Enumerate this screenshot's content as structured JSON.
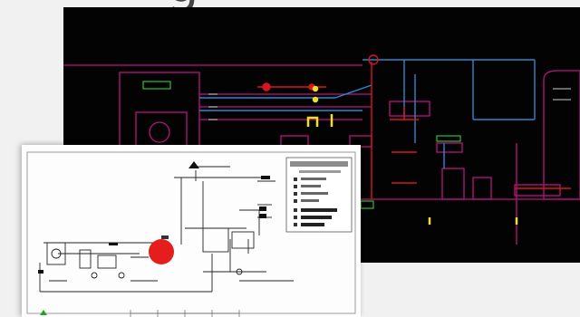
{
  "header": {
    "title_fragment": "g"
  },
  "colors": {
    "page_background": "#f1f1f1",
    "dark_canvas": "#030303",
    "light_canvas": "#fdfdfd",
    "magenta_line": "#c0168c",
    "blue_line": "#3d8fd8",
    "red_line": "#e01c24",
    "yellow_mark": "#f0e020",
    "vessel_red": "#e51d1d"
  },
  "icons": {
    "dark_diagram": "cad-schematic-dark",
    "light_diagram": "cad-schematic-light",
    "vessel": "red-vessel-circle",
    "compass": "north-arrow-icon"
  }
}
